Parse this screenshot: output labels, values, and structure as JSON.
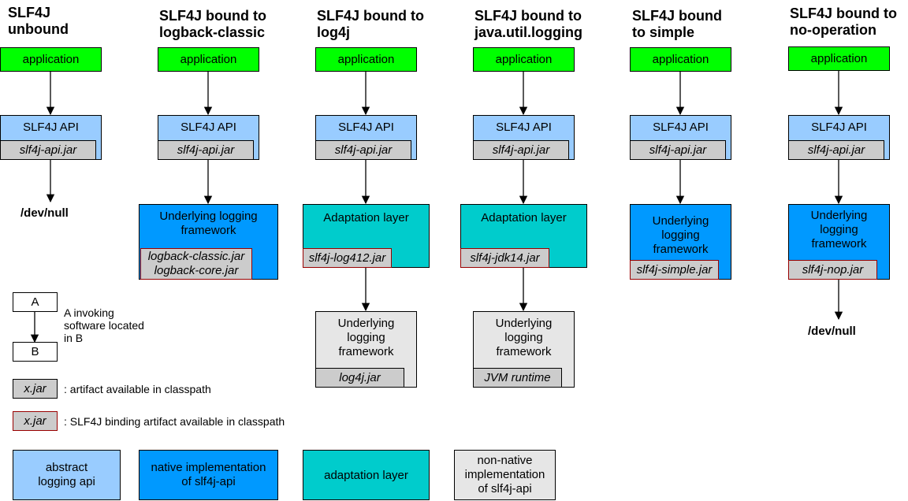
{
  "columns": [
    {
      "title": "SLF4J\nunbound",
      "app": "application",
      "api": "SLF4J API",
      "api_jar": "slf4j-api.jar",
      "devnull": "/dev/null"
    },
    {
      "title": "SLF4J bound to\nlogback-classic",
      "app": "application",
      "api": "SLF4J API",
      "api_jar": "slf4j-api.jar",
      "framework": "Underlying logging\nframework",
      "framework_jar": "logback-classic.jar\nlogback-core.jar"
    },
    {
      "title": "SLF4J bound to\nlog4j",
      "app": "application",
      "api": "SLF4J API",
      "api_jar": "slf4j-api.jar",
      "adaptation": "Adaptation layer",
      "adaptation_jar": "slf4j-log412.jar",
      "framework": "Underlying\nlogging\nframework",
      "framework_jar": "log4j.jar"
    },
    {
      "title": "SLF4J bound to\njava.util.logging",
      "app": "application",
      "api": "SLF4J API",
      "api_jar": "slf4j-api.jar",
      "adaptation": "Adaptation layer",
      "adaptation_jar": "slf4j-jdk14.jar",
      "framework": "Underlying\nlogging\nframework",
      "framework_jar": "JVM runtime"
    },
    {
      "title": "SLF4J bound\nto simple",
      "app": "application",
      "api": "SLF4J API",
      "api_jar": "slf4j-api.jar",
      "framework": "Underlying\nlogging\nframework",
      "framework_jar": "slf4j-simple.jar"
    },
    {
      "title": "SLF4J bound to\nno-operation",
      "app": "application",
      "api": "SLF4J API",
      "api_jar": "slf4j-api.jar",
      "framework": "Underlying\nlogging\nframework",
      "framework_jar": "slf4j-nop.jar",
      "devnull": "/dev/null"
    }
  ],
  "legend": {
    "a": "A",
    "b": "B",
    "invoking": "A invoking\nsoftware located\nin B",
    "jar_label": "x.jar",
    "artifact_text": ": artifact available in classpath",
    "binding_jar_label": "x.jar",
    "binding_text": ": SLF4J binding artifact available in classpath",
    "abstract": "abstract\nlogging api",
    "native": "native implementation\nof slf4j-api",
    "adaptation": "adaptation layer",
    "nonnative": "non-native\nimplementation\nof slf4j-api"
  },
  "colors": {
    "application": "#00ff00",
    "abstract_api": "#99ccff",
    "native": "#0099ff",
    "adaptation": "#00cccc",
    "nonnative": "#e6e6e6",
    "jar": "#cccccc",
    "binding_border": "#990000"
  }
}
